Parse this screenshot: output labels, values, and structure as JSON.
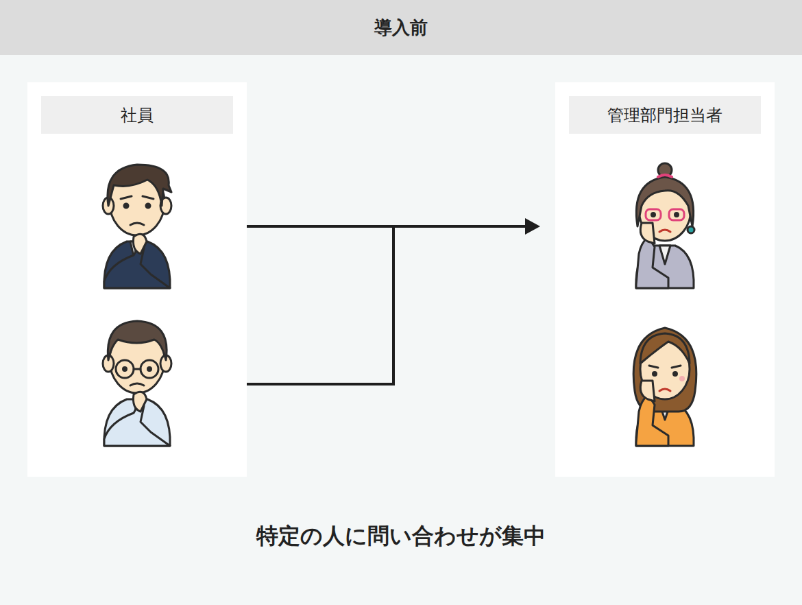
{
  "diagram": {
    "title": "導入前",
    "caption": "特定の人に問い合わせが集中",
    "nodes": [
      {
        "text": [
          "社員"
        ]
      },
      {
        "text": [
          "管理部門担当者"
        ]
      }
    ],
    "edges": [
      {
        "from": 0,
        "to": 1,
        "arrow": "to"
      }
    ]
  }
}
